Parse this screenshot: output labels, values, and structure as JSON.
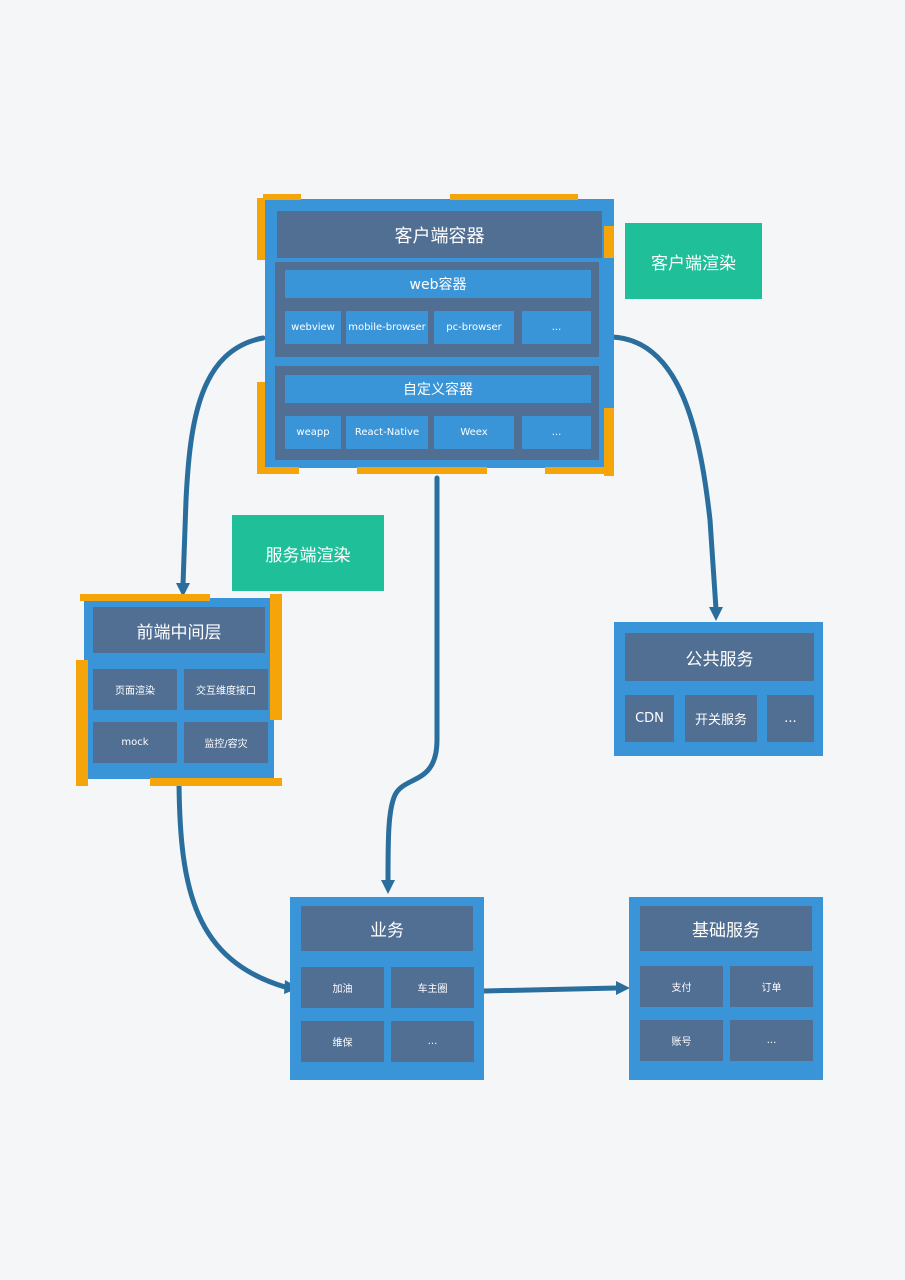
{
  "client_container": {
    "title": "客户端容器",
    "web_group": {
      "title": "web容器",
      "items": [
        "webview",
        "mobile-browser",
        "pc-browser",
        "..."
      ]
    },
    "custom_group": {
      "title": "自定义容器",
      "items": [
        "weapp",
        "React-Native",
        "Weex",
        "..."
      ]
    }
  },
  "tags": {
    "client_render": "客户端渲染",
    "server_render": "服务端渲染"
  },
  "frontend_middle": {
    "title": "前端中间层",
    "items": [
      "页面渲染",
      "交互维度接口",
      "mock",
      "监控/容灾"
    ]
  },
  "public_services": {
    "title": "公共服务",
    "items": [
      "CDN",
      "开关服务",
      "..."
    ]
  },
  "business": {
    "title": "业务",
    "items": [
      "加油",
      "车主圈",
      "维保",
      "..."
    ]
  },
  "base_services": {
    "title": "基础服务",
    "items": [
      "支付",
      "订单",
      "账号",
      "..."
    ]
  },
  "colors": {
    "box": "#3a95d8",
    "header": "#516e93",
    "accent": "#f5a50a",
    "tag": "#1fbf9a",
    "arrow": "#2a6e9e",
    "background": "#f5f6f8"
  }
}
